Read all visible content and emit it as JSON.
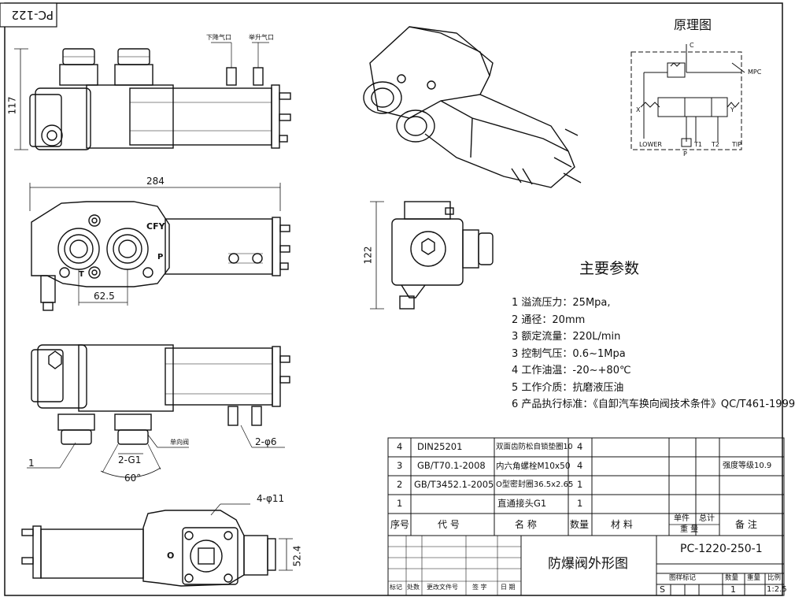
{
  "drawing_no_corner": "PC-122",
  "views": {
    "top": {
      "height_dim": "117",
      "label_lower_air": "下降气口",
      "label_raise_air": "举升气口"
    },
    "front": {
      "width_dim": "284",
      "port_spacing_dim": "62.5",
      "port_t": "T",
      "port_p": "P",
      "brand": "CFY"
    },
    "bottom": {
      "callout_1": "1",
      "thread": "2-G1",
      "angle": "60°",
      "label_check": "单向阀",
      "holes": "2-φ6"
    },
    "rear": {
      "holes": "4-φ11",
      "dim": "52.4",
      "port_o": "O"
    },
    "side": {
      "height_dim": "122"
    }
  },
  "schematic": {
    "title": "原理图",
    "labels": {
      "c": "C",
      "mpc": "MPC",
      "lower": "LOWER",
      "p": "P",
      "t1": "T1",
      "t2": "T2",
      "tip": "TIP",
      "x": "X",
      "y": "Y"
    }
  },
  "params": {
    "title": "主要参数",
    "items": [
      "1 溢流压力：25Mpa,",
      "2 通径：20mm",
      "3 额定流量：220L/min",
      "3 控制气压：0.6~1Mpa",
      "4 工作油温：-20~+80℃",
      "5 工作介质：抗磨液压油",
      "6 产品执行标准：《自卸汽车换向阀技术条件》QC/T461-1999"
    ]
  },
  "bom": {
    "rows": [
      {
        "no": "4",
        "code": "DIN25201",
        "name": "双面齿防松自锁垫圈10",
        "qty": "4",
        "material": "",
        "note": ""
      },
      {
        "no": "3",
        "code": "GB/T70.1-2008",
        "name": "内六角螺栓M10x50",
        "qty": "4",
        "material": "",
        "note": "强度等级10.9"
      },
      {
        "no": "2",
        "code": "GB/T3452.1-2005",
        "name": "O型密封圈36.5x2.65",
        "qty": "1",
        "material": "",
        "note": ""
      },
      {
        "no": "1",
        "code": "",
        "name": "直通接头G1",
        "qty": "1",
        "material": "",
        "note": ""
      }
    ],
    "header": {
      "no": "序号",
      "code": "代 号",
      "name": "名 称",
      "qty": "数量",
      "material": "材 料",
      "unit": "单件",
      "total": "总计",
      "weight": "重 量",
      "note": "备 注"
    }
  },
  "title_block": {
    "title": "防爆阀外形图",
    "drawing_no": "PC-1220-250-1",
    "stage_label": "图样标记",
    "qty_label": "数量",
    "weight_label": "重量",
    "scale_label": "比例",
    "stage": "S",
    "qty": "1",
    "scale": "1:2.5",
    "rev_headers": [
      "标记",
      "处数",
      "更改文件号",
      "签 字",
      "日 期"
    ]
  }
}
